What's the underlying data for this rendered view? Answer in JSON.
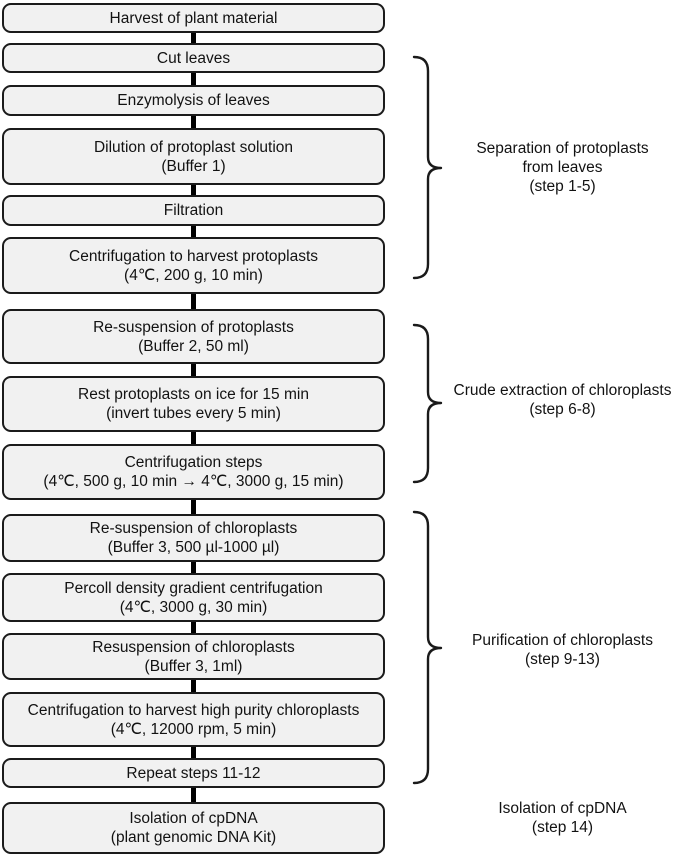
{
  "diagram": {
    "title_hint": "Chloroplast cpDNA isolation protocol flowchart",
    "boxes": [
      {
        "lines": [
          "Harvest of plant material"
        ]
      },
      {
        "lines": [
          "Cut leaves"
        ]
      },
      {
        "lines": [
          "Enzymolysis of leaves"
        ]
      },
      {
        "lines": [
          "Dilution of protoplast solution",
          "(Buffer 1)"
        ]
      },
      {
        "lines": [
          "Filtration"
        ]
      },
      {
        "lines": [
          "Centrifugation to harvest protoplasts",
          "(4℃, 200 g, 10 min)"
        ]
      },
      {
        "lines": [
          "Re-suspension of protoplasts",
          "(Buffer 2, 50 ml)"
        ]
      },
      {
        "lines": [
          "Rest protoplasts on ice for 15 min",
          "(invert tubes every 5 min)"
        ]
      },
      {
        "lines": [
          "Centrifugation steps",
          "(4℃, 500 g, 10 min → 4℃, 3000 g, 15 min)"
        ]
      },
      {
        "lines": [
          "Re-suspension of chloroplasts",
          "(Buffer 3, 500 µl-1000 µl)"
        ]
      },
      {
        "lines": [
          "Percoll density gradient centrifugation",
          "(4℃, 3000 g, 30 min)"
        ]
      },
      {
        "lines": [
          "Resuspension of chloroplasts",
          "(Buffer 3, 1ml)"
        ]
      },
      {
        "lines": [
          "Centrifugation to harvest high purity chloroplasts",
          "(4℃, 12000 rpm, 5 min)"
        ]
      },
      {
        "lines": [
          "Repeat steps 11-12"
        ]
      },
      {
        "lines": [
          "Isolation of cpDNA",
          "(plant genomic DNA Kit)"
        ]
      }
    ],
    "groups": [
      {
        "has_brace": true,
        "label_lines": [
          "Separation of protoplasts",
          "from leaves",
          "(step 1-5)"
        ]
      },
      {
        "has_brace": true,
        "label_lines": [
          "Crude extraction of chloroplasts",
          "(step 6-8)"
        ]
      },
      {
        "has_brace": true,
        "label_lines": [
          "Purification of chloroplasts",
          "(step 9-13)"
        ]
      },
      {
        "has_brace": false,
        "label_lines": [
          "Isolation of cpDNA",
          "(step 14)"
        ]
      }
    ],
    "colors": {
      "background": "#ffffff",
      "box_fill": "#f1f1f1",
      "box_border": "#1b1b1b",
      "connector": "#000000",
      "text": "#121212"
    }
  }
}
